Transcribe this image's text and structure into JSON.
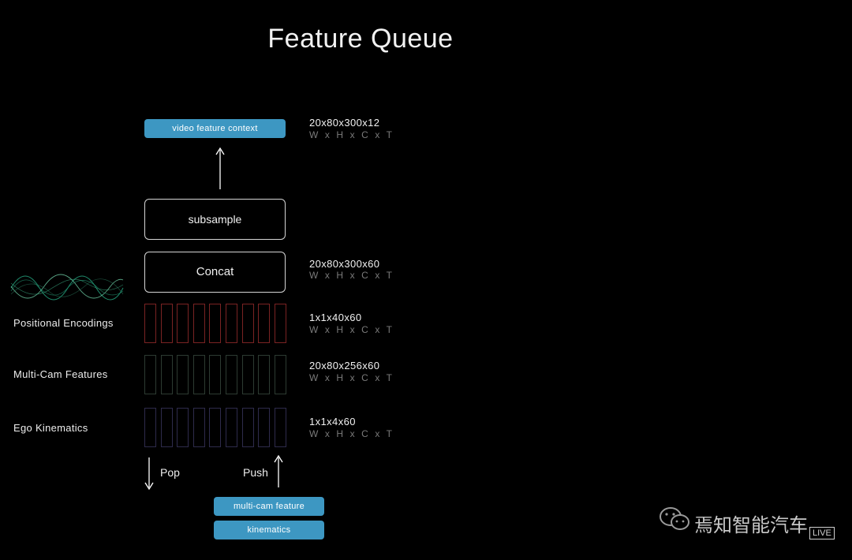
{
  "title": "Feature Queue",
  "colors": {
    "pill": "#3d97c2",
    "positional": "#7a2323",
    "multicam": "#2d3b32",
    "ego": "#2e2b4c",
    "wave_a": "#1f8a6b",
    "wave_b": "#6fd0a8"
  },
  "output": {
    "label": "video feature context",
    "dims": "20x80x300x12",
    "dim_sub": "W x H x C x T"
  },
  "subsample": {
    "label": "subsample"
  },
  "concat": {
    "label": "Concat",
    "dims": "20x80x300x60",
    "dim_sub": "W x H x C x T"
  },
  "rows": [
    {
      "label": "Positional Encodings",
      "dims": "1x1x40x60",
      "dim_sub": "W x H x C x T",
      "slots": 9
    },
    {
      "label": "Multi-Cam Features",
      "dims": "20x80x256x60",
      "dim_sub": "W x H x C x T",
      "slots": 9
    },
    {
      "label": "Ego Kinematics",
      "dims": "1x1x4x60",
      "dim_sub": "W x H x C x T",
      "slots": 9
    }
  ],
  "pop_label": "Pop",
  "push_label": "Push",
  "inputs": [
    "multi-cam feature",
    "kinematics"
  ],
  "watermark": {
    "text": "焉知智能汽车",
    "badge": "LIVE",
    "icon": "wechat-icon"
  }
}
